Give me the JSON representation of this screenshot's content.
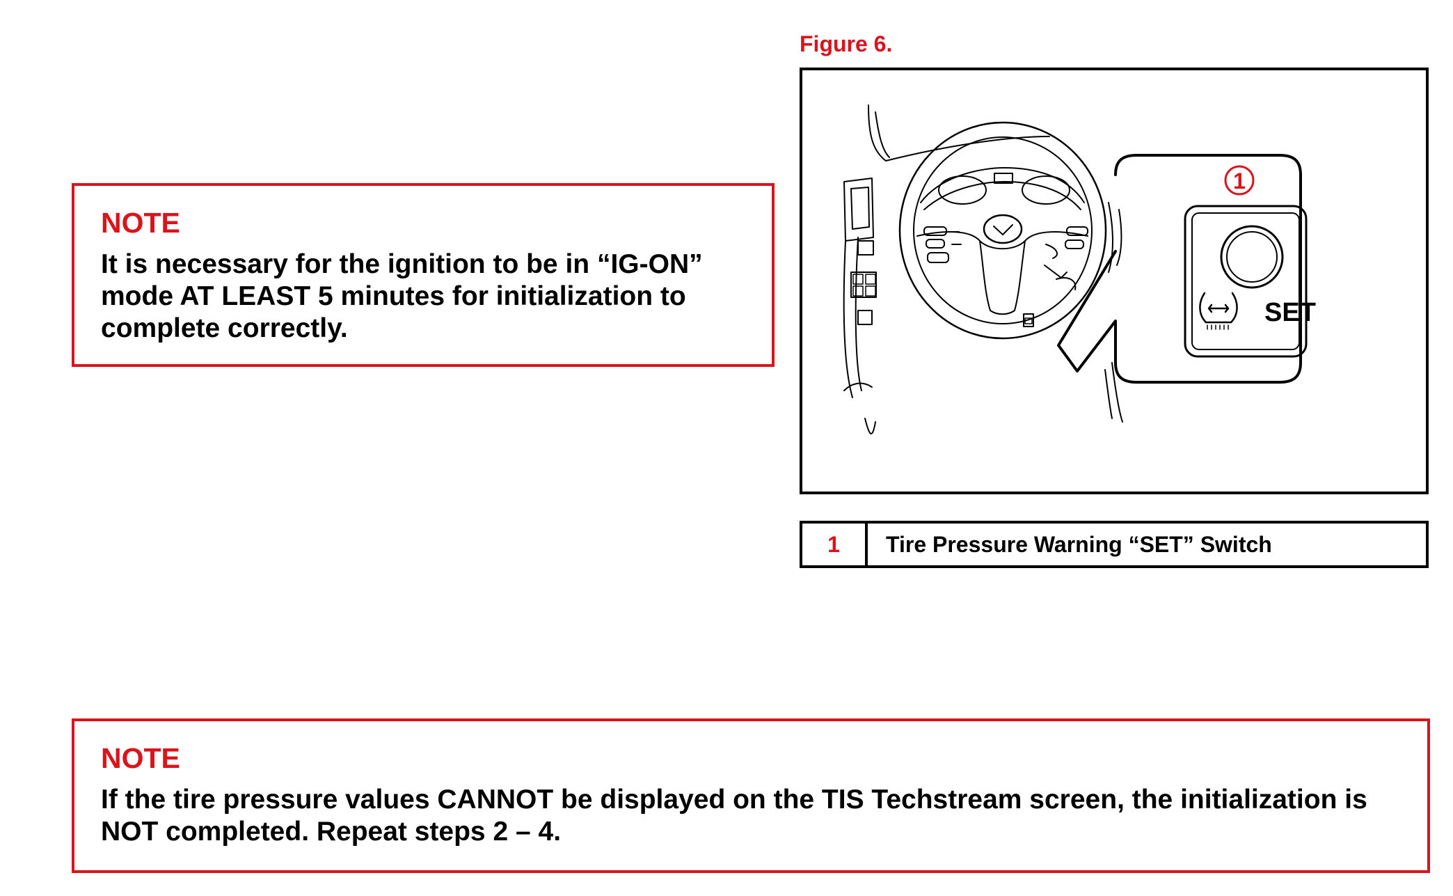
{
  "note1": {
    "title": "NOTE",
    "text": "It is necessary for the ignition to be in “IG-ON” mode AT LEAST 5 minutes for initialization to complete correctly."
  },
  "figure": {
    "title": "Figure 6.",
    "callout_number": "1",
    "switch_label": "SET"
  },
  "legend": {
    "number": "1",
    "label": "Tire Pressure Warning “SET” Switch"
  },
  "note2": {
    "title": "NOTE",
    "text": "If the tire pressure values CANNOT be displayed on the TIS Techstream screen, the initialization is NOT completed.  Repeat steps 2 – 4."
  },
  "colors": {
    "accent_red": "#d9141c",
    "line_black": "#000000"
  },
  "icons": [
    "steering-wheel-illustration",
    "tire-pressure-warning-icon",
    "brand-emblem-icon"
  ]
}
